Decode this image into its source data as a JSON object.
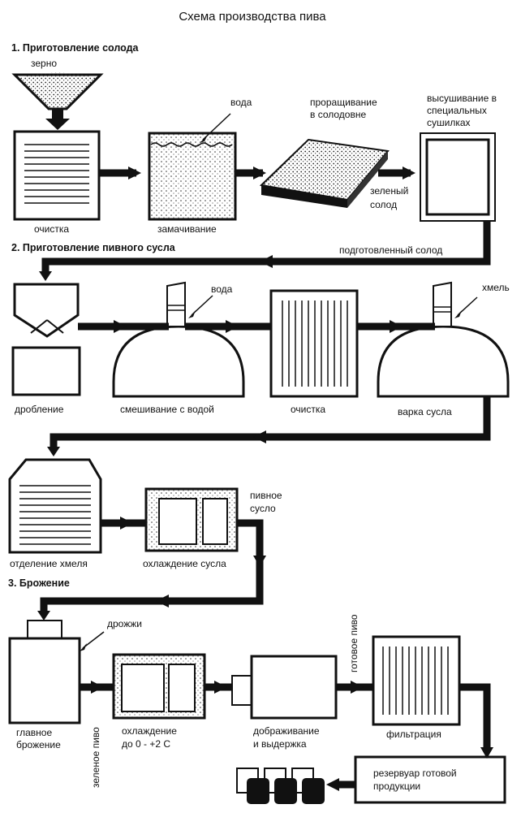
{
  "title": "Схема производства пива",
  "sections": {
    "s1": "1. Приготовление солода",
    "s2": "2. Приготовление пивного сусла",
    "s3": "3. Брожение"
  },
  "labels": {
    "zerno": "зерно",
    "ochistka1": "очистка",
    "voda1": "вода",
    "zamachivanie": "замачивание",
    "proraschivanie_1": "проращивание",
    "proraschivanie_2": "в солодовне",
    "zelenyi_1": "зеленый",
    "zelenyi_2": "солод",
    "vysush_1": "высушивание в",
    "vysush_2": "специальных",
    "vysush_3": "сушилках",
    "podgot_solod": "подготовленный солод",
    "droblenie": "дробление",
    "voda2": "вода",
    "smeshivanie": "смешивание с водой",
    "ochistka2": "очистка",
    "hmel": "хмель",
    "varka": "варка сусла",
    "otdelenie": "отделение хмеля",
    "ohlazhdenie_susla": "охлаждение сусла",
    "pivnoe_1": "пивное",
    "pivnoe_2": "сусло",
    "drozhzhi": "дрожжи",
    "glavnoe_1": "главное",
    "glavnoe_2": "брожение",
    "zelenoe_pivo": "зеленое пиво",
    "ohl_1": "охлаждение",
    "ohl_2": "до 0 - +2 С",
    "dobr_1": "дображивание",
    "dobr_2": "и выдержка",
    "gotovoe_pivo": "готовое пиво",
    "filtracia": "фильтрация",
    "rez_1": "резервуар готовой",
    "rez_2": "продукции"
  }
}
